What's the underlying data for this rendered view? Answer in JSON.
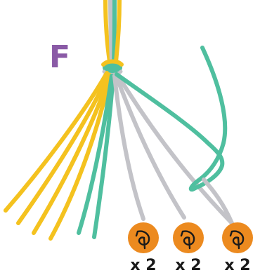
{
  "step": {
    "letter": "F"
  },
  "badges": [
    {
      "icon": "forward-knot-icon",
      "count_label": "x 2"
    },
    {
      "icon": "forward-knot-icon",
      "count_label": "x 2"
    },
    {
      "icon": "forward-knot-icon",
      "count_label": "x 2"
    }
  ],
  "colors": {
    "yellow": "#f4c21f",
    "teal": "#4fbf9f",
    "gray": "#c3c3c8",
    "badge_orange": "#ec8a1f",
    "letter_purple": "#8a5aa6"
  }
}
